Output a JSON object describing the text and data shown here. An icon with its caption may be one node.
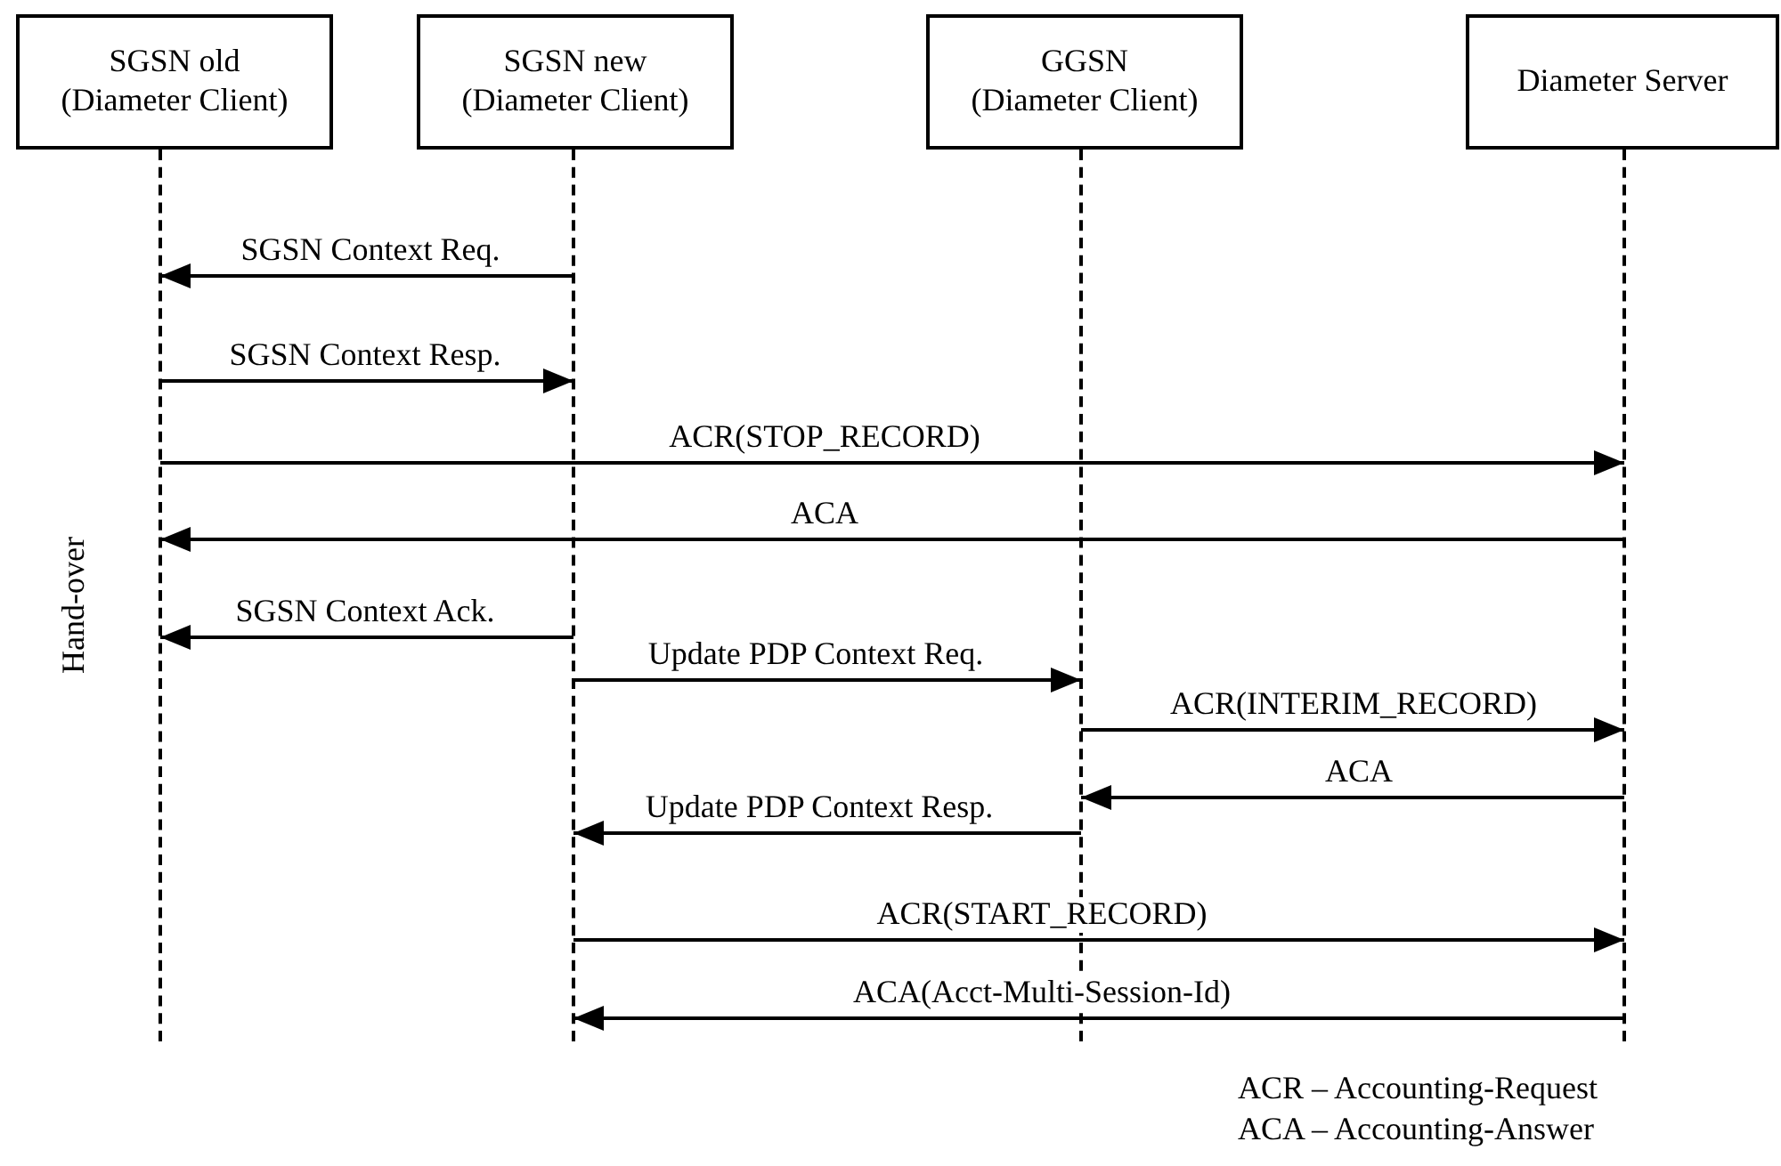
{
  "diagram": {
    "nodes": [
      {
        "text": [
          "SGSN old",
          "(Diameter Client)"
        ]
      },
      {
        "text": [
          "SGSN new",
          "(Diameter Client)"
        ]
      },
      {
        "text": [
          "GGSN",
          "(Diameter Client)"
        ]
      },
      {
        "text": [
          "Diameter Server"
        ]
      },
      {
        "text": [],
        "shape": "line"
      },
      {
        "text": [],
        "shape": "line"
      },
      {
        "text": [],
        "shape": "line"
      },
      {
        "text": [],
        "shape": "line"
      }
    ],
    "edges": [
      {
        "from": 5,
        "to": 4,
        "arrow": "to",
        "label": "SGSN Context Req."
      },
      {
        "from": 4,
        "to": 5,
        "arrow": "to",
        "label": "SGSN Context Resp."
      },
      {
        "from": 4,
        "to": 7,
        "arrow": "to",
        "label": "ACR(STOP_RECORD)"
      },
      {
        "from": 7,
        "to": 4,
        "arrow": "to",
        "label": "ACA"
      },
      {
        "from": 5,
        "to": 4,
        "arrow": "to",
        "label": "SGSN Context Ack."
      },
      {
        "from": 5,
        "to": 6,
        "arrow": "to",
        "label": "Update PDP Context Req."
      },
      {
        "from": 6,
        "to": 7,
        "arrow": "to",
        "label": "ACR(INTERIM_RECORD)"
      },
      {
        "from": 7,
        "to": 6,
        "arrow": "to",
        "label": "ACA"
      },
      {
        "from": 6,
        "to": 5,
        "arrow": "to",
        "label": "Update PDP Context Resp."
      },
      {
        "from": 5,
        "to": 7,
        "arrow": "to",
        "label": "ACR(START_RECORD)"
      },
      {
        "from": 7,
        "to": 5,
        "arrow": "to",
        "label": "ACA(Acct-Multi-Session-Id)"
      }
    ],
    "labels": [
      "Hand-over",
      "ACR – Accounting-Request",
      "ACA – Accounting-Answer"
    ]
  }
}
